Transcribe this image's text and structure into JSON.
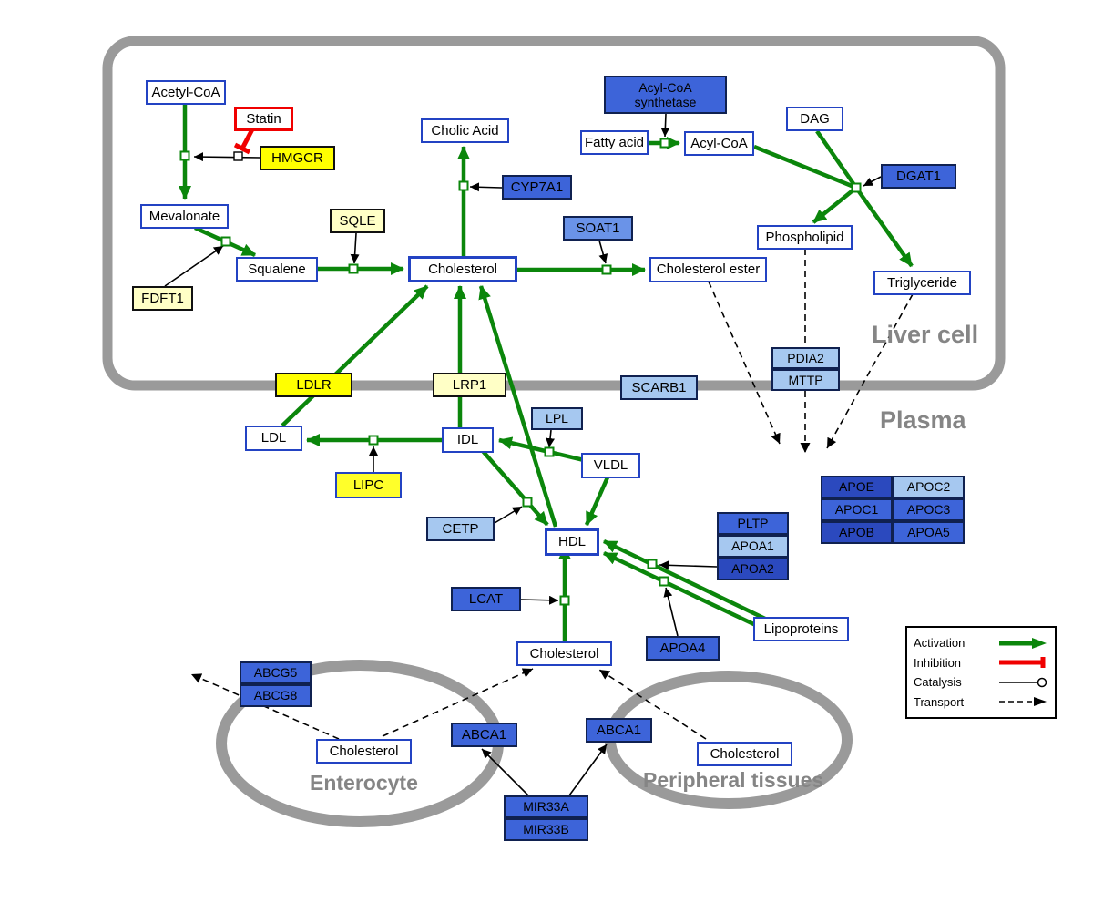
{
  "regions": {
    "liver_cell": "Liver cell",
    "plasma": "Plasma",
    "enterocyte": "Enterocyte",
    "peripheral_tissues": "Peripheral tissues"
  },
  "legend": {
    "activation": "Activation",
    "inhibition": "Inhibition",
    "catalysis": "Catalysis",
    "transport": "Transport"
  },
  "colors": {
    "activation_green": "#0B860B",
    "inhibition_red": "#EE0000",
    "node_border_blue": "#2343C3",
    "membrane_gray": "#9A9A9A",
    "gene_yellow": "#FFFF00",
    "gene_cream": "#FFFFC6",
    "gene_royal": "#3D64D9",
    "gene_light": "#A6C8F0"
  },
  "nodes": {
    "acetyl_coa": "Acetyl-CoA",
    "statin": "Statin",
    "hmgcr": "HMGCR",
    "mevalonate": "Mevalonate",
    "fdft1": "FDFT1",
    "squalene": "Squalene",
    "sqle": "SQLE",
    "cholic_acid": "Cholic Acid",
    "cyp7a1": "CYP7A1",
    "cholesterol_liver": "Cholesterol",
    "soat1": "SOAT1",
    "cholesterol_ester": "Cholesterol ester",
    "acyl_coa_synthetase": "Acyl-CoA synthetase",
    "fatty_acid": "Fatty acid",
    "acyl_coa": "Acyl-CoA",
    "dag": "DAG",
    "dgat1": "DGAT1",
    "phospholipid": "Phospholipid",
    "triglyceride": "Triglyceride",
    "pdia2": "PDIA2",
    "mttp": "MTTP",
    "ldlr": "LDLR",
    "lrp1": "LRP1",
    "scarb1": "SCARB1",
    "ldl": "LDL",
    "idl": "IDL",
    "lpl": "LPL",
    "vldl": "VLDL",
    "lipc": "LIPC",
    "cetp": "CETP",
    "hdl": "HDL",
    "pltp": "PLTP",
    "apoa1": "APOA1",
    "apoa2": "APOA2",
    "lcat": "LCAT",
    "apoa4": "APOA4",
    "lipoproteins": "Lipoproteins",
    "apoe": "APOE",
    "apoc2": "APOC2",
    "apoc1": "APOC1",
    "apoc3": "APOC3",
    "apob": "APOB",
    "apoa5": "APOA5",
    "cholesterol_plasma": "Cholesterol",
    "abcg5": "ABCG5",
    "abcg8": "ABCG8",
    "cholesterol_enterocyte": "Cholesterol",
    "abca1_enterocyte": "ABCA1",
    "abca1_peripheral": "ABCA1",
    "cholesterol_peripheral": "Cholesterol",
    "mir33a": "MIR33A",
    "mir33b": "MIR33B"
  }
}
